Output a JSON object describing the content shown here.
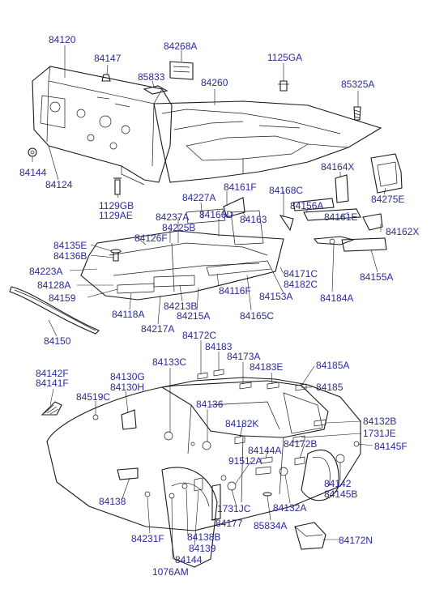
{
  "labels": [
    "84120",
    "84147",
    "84268A",
    "85833",
    "84260",
    "1125GA",
    "85325A",
    "84144",
    "84124",
    "1129GB",
    "1129AE",
    "84164X",
    "84275E",
    "84161F",
    "84227A",
    "84168C",
    "84237A",
    "84166D",
    "84163",
    "84156A",
    "84161E",
    "84162X",
    "84135E",
    "84136B",
    "84126F",
    "84225B",
    "84223A",
    "84128A",
    "84159",
    "84118A",
    "84213B",
    "84116F",
    "84171C",
    "84182C",
    "84153A",
    "84184A",
    "84155A",
    "84150",
    "84217A",
    "84215A",
    "84165C",
    "84172C",
    "84183",
    "84173A",
    "84183E",
    "84185A",
    "84133C",
    "84130G",
    "84130H",
    "84142F",
    "84141F",
    "84519C",
    "84185",
    "84136",
    "84182K",
    "84132B",
    "1731JE",
    "84144A",
    "84172B",
    "84145F",
    "91512A",
    "84142",
    "84145B",
    "84138",
    "84177",
    "1731JC",
    "84132A",
    "84231F",
    "84138B",
    "84139",
    "85834A",
    "84172N",
    "84144",
    "1076AM"
  ]
}
